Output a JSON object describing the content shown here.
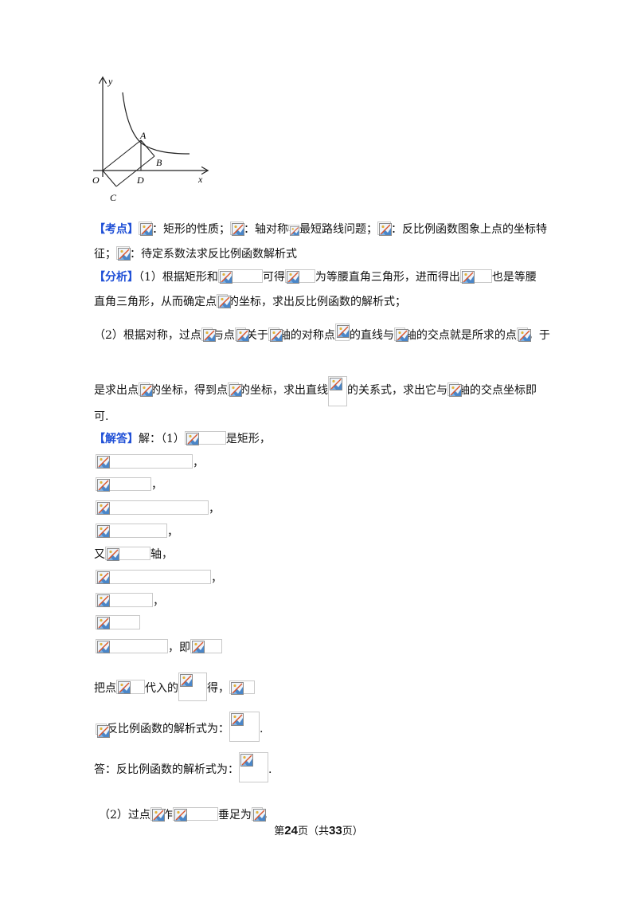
{
  "graph": {
    "y_label": "y",
    "x_label": "x",
    "pt_A": "A",
    "pt_B": "B",
    "pt_C": "C",
    "pt_D": "D",
    "pt_O": "O"
  },
  "kaodian": {
    "tag": "【考点】",
    "t1": "：矩形的性质；",
    "t2": "：轴对称",
    "t3": "最短路线问题；",
    "t4": "：反比例函数图象上点的坐标特",
    "t5": "征；",
    "t6": "：待定系数法求反比例函数解析式"
  },
  "fenxi": {
    "tag": "【分析】",
    "t1": "（1）根据矩形和",
    "t2": "可得",
    "t3": "为等腰直角三角形，进而得出",
    "t4": "也是等腰",
    "t5": "直角三角形，从而确定点",
    "t6": "的坐标，求出反比例函数的解析式；",
    "p2_t1": "（2）根据对称，过点",
    "p2_t2": "与点",
    "p2_t3": "关于",
    "p2_t4": "轴的对称点",
    "p2_t5": "的直线与",
    "p2_t6": "轴的交点就是所求的点",
    "p2_t7": "，于",
    "p2b_t1": "是求出点",
    "p2b_t2": "的坐标，得到点",
    "p2b_t3": "的坐标，求出直线",
    "p2b_t4": "的关系式，求出它与",
    "p2b_t5": "轴的交点坐标即",
    "p2c": "可."
  },
  "jieda": {
    "tag": "【解答】",
    "t1": "解：（1）",
    "t2": "是矩形，",
    "comma": "，",
    "you": "又",
    "zhou": "轴，",
    "ji": "，即",
    "ba": "把点",
    "dairu": "代入的",
    "de": "得，",
    "result": "反比例函数的解析式为：",
    "period": ".",
    "answer": "答：反比例函数的解析式为：",
    "p2_t1": "（2）过点",
    "p2_t2": "作",
    "p2_t3": "垂足为",
    "p2_t4": "，"
  },
  "footer": {
    "pre": "第",
    "page": "24",
    "mid": "页（共",
    "total": "33",
    "post": "页）"
  }
}
